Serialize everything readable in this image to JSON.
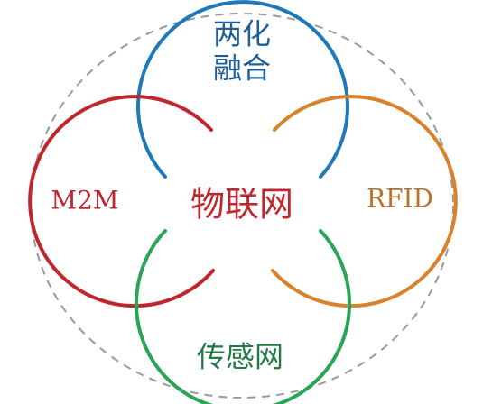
{
  "diagram": {
    "center_label": "物联网",
    "top_label_line1": "两化",
    "top_label_line2": "融合",
    "left_label": "M2M",
    "right_label": "RFID",
    "bottom_label": "传感网"
  },
  "colors": {
    "background": "#ffffff",
    "outer_dashed": "#9a9a9a",
    "top_loop": "#1f78b9",
    "left_loop": "#c0272d",
    "right_loop": "#d9822b",
    "bottom_loop": "#2aa456",
    "center_text": "#c0272d",
    "top_text": "#1f5f97",
    "left_text": "#c0272d",
    "right_text": "#b8732b",
    "bottom_text": "#1f7a45"
  }
}
